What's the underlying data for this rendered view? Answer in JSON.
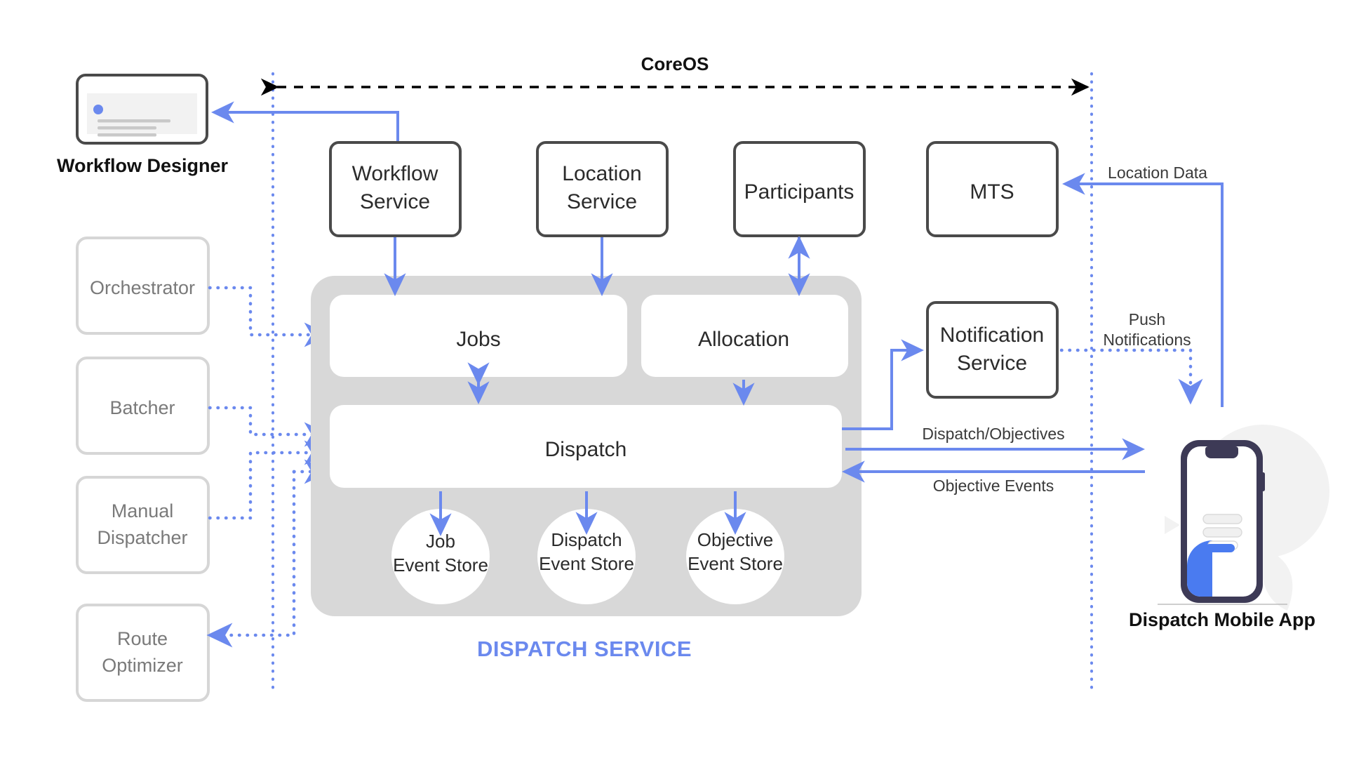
{
  "diagram": {
    "boundary": {
      "label": "CoreOS"
    },
    "service_group": {
      "title": "DISPATCH SERVICE"
    },
    "external_left": {
      "workflow_designer_caption": "Workflow Designer",
      "items": [
        {
          "id": "orchestrator",
          "label": "Orchestrator"
        },
        {
          "id": "batcher",
          "label": "Batcher"
        },
        {
          "id": "manual-dispatcher",
          "label_line1": "Manual",
          "label_line2": "Dispatcher"
        },
        {
          "id": "route-optimizer",
          "label_line1": "Route",
          "label_line2": "Optimizer"
        }
      ]
    },
    "top_services": [
      {
        "id": "workflow-service",
        "label_line1": "Workflow",
        "label_line2": "Service"
      },
      {
        "id": "location-service",
        "label_line1": "Location",
        "label_line2": "Service"
      },
      {
        "id": "participants",
        "label_line1": "Participants",
        "label_line2": ""
      },
      {
        "id": "mts",
        "label_line1": "MTS",
        "label_line2": ""
      }
    ],
    "core_modules": [
      {
        "id": "jobs",
        "label": "Jobs"
      },
      {
        "id": "allocation",
        "label": "Allocation"
      },
      {
        "id": "dispatch",
        "label": "Dispatch"
      }
    ],
    "event_stores": [
      {
        "id": "job-event-store",
        "line1": "Job",
        "line2": "Event Store"
      },
      {
        "id": "dispatch-event-store",
        "line1": "Dispatch",
        "line2": "Event Store"
      },
      {
        "id": "objective-event-store",
        "line1": "Objective",
        "line2": "Event Store"
      }
    ],
    "notification_service": {
      "label_line1": "Notification",
      "label_line2": "Service"
    },
    "mobile_app": {
      "caption": "Dispatch Mobile App"
    },
    "edge_labels": {
      "location_data": "Location Data",
      "push_notifications_line1": "Push",
      "push_notifications_line2": "Notifications",
      "dispatch_objectives": "Dispatch/Objectives",
      "objective_events": "Objective Events"
    },
    "colors": {
      "accent_blue": "#6b89ee",
      "group_gray": "#d8d8d8",
      "box_dark_stroke": "#4a4a4a",
      "box_light_stroke": "#d6d6d6",
      "phone_body": "#3d3a56",
      "text_dark": "#2b2b2b",
      "text_muted": "#7a7a7a"
    }
  }
}
